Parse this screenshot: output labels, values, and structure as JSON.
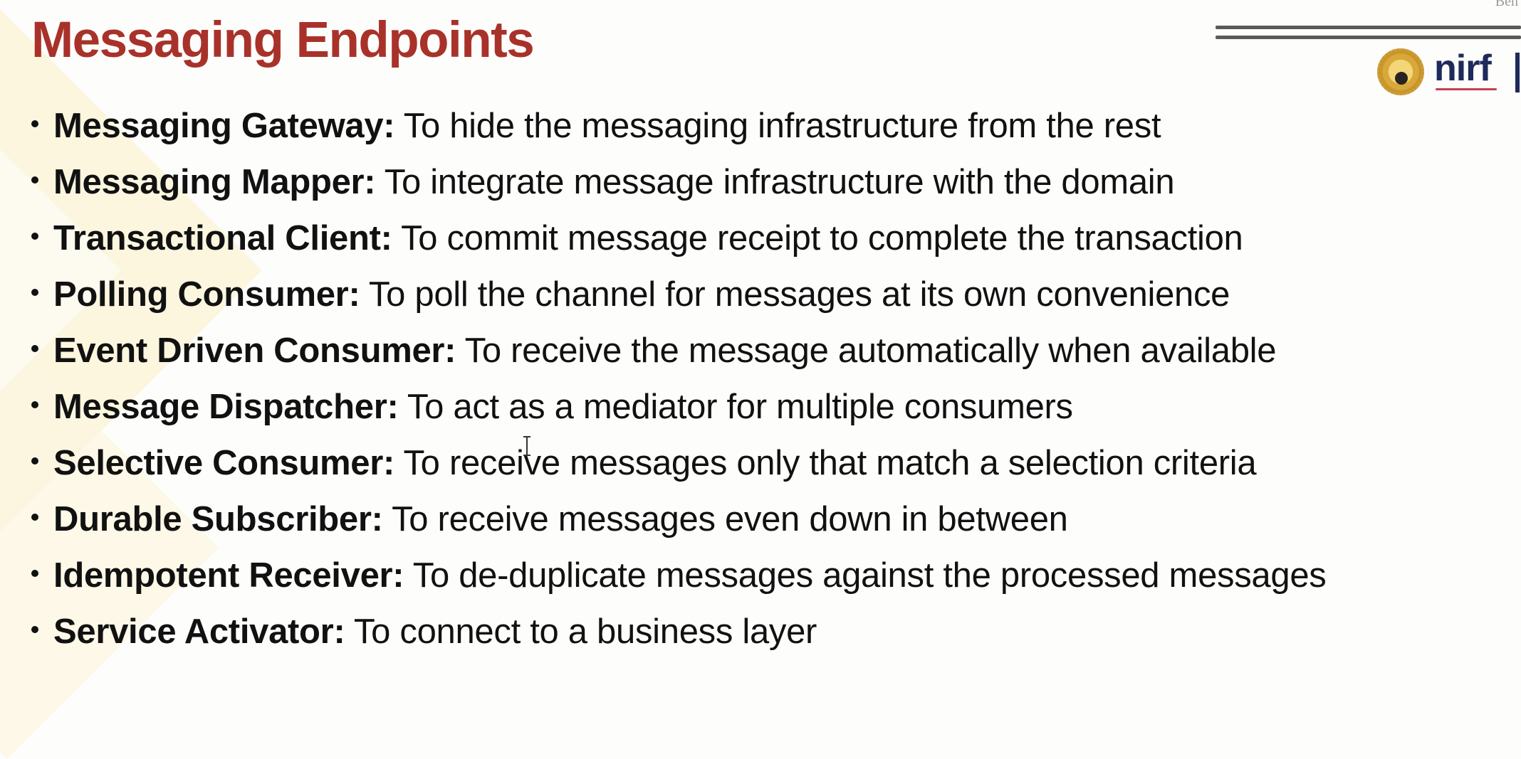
{
  "slide": {
    "title": "Messaging Endpoints",
    "corner_text": "Beh",
    "logos": {
      "seal": "institution-seal",
      "nirf": "nirf"
    },
    "colors": {
      "title": "#a8322a",
      "text": "#111111",
      "nirf": "#1f2a5c"
    },
    "items": [
      {
        "term": "Messaging Gateway:",
        "desc": " To hide the messaging infrastructure from the rest"
      },
      {
        "term": "Messaging Mapper:",
        "desc": " To integrate message infrastructure with the domain"
      },
      {
        "term": "Transactional Client:",
        "desc": " To commit message receipt to complete the transaction"
      },
      {
        "term": "Polling Consumer:",
        "desc": " To poll the channel for messages at its own convenience"
      },
      {
        "term": "Event Driven Consumer:",
        "desc": " To receive the message automatically when available"
      },
      {
        "term": "Message Dispatcher:",
        "desc": " To act as a mediator for multiple consumers"
      },
      {
        "term": "Selective Consumer:",
        "desc": " To receive messages only that match a selection criteria"
      },
      {
        "term": "Durable Subscriber:",
        "desc": " To receive messages even down in between"
      },
      {
        "term": "Idempotent Receiver:",
        "desc": " To de-duplicate messages against the processed messages"
      },
      {
        "term": "Service Activator:",
        "desc": " To connect to a business layer"
      }
    ]
  }
}
